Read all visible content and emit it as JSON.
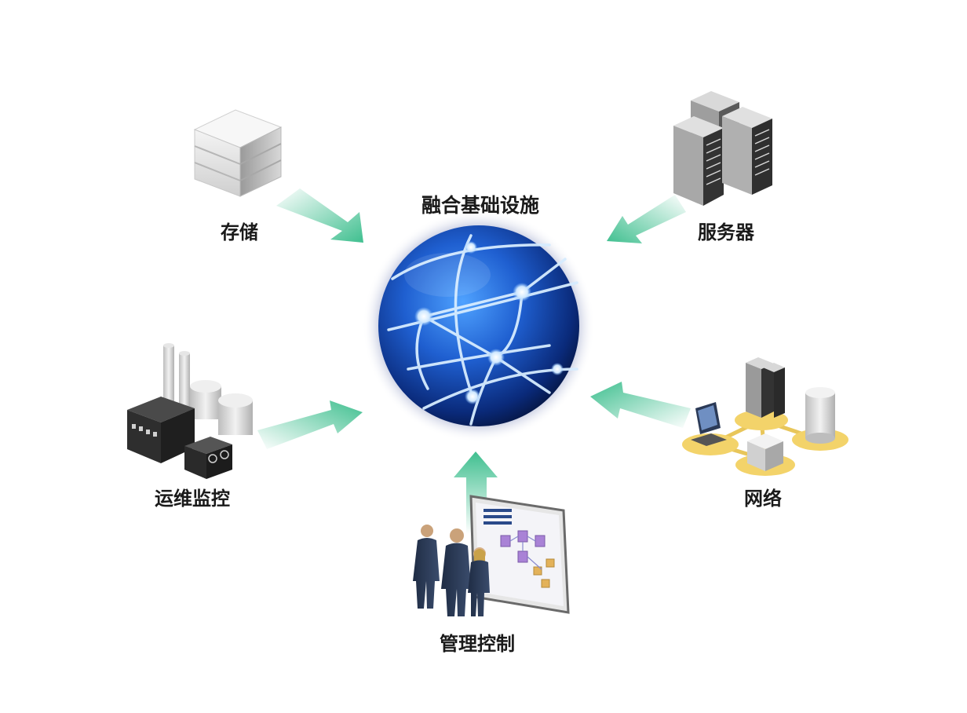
{
  "diagram": {
    "center_label": "融合基础设施",
    "nodes": [
      {
        "id": "storage",
        "label": "存储"
      },
      {
        "id": "server",
        "label": "服务器"
      },
      {
        "id": "ops",
        "label": "运维监控"
      },
      {
        "id": "network",
        "label": "网络"
      },
      {
        "id": "management",
        "label": "管理控制"
      }
    ],
    "colors": {
      "arrow": "#3fbf8f",
      "globe": "#1a4fbf",
      "globe_dark": "#061a4a",
      "network_disc": "#f3d36a"
    }
  }
}
